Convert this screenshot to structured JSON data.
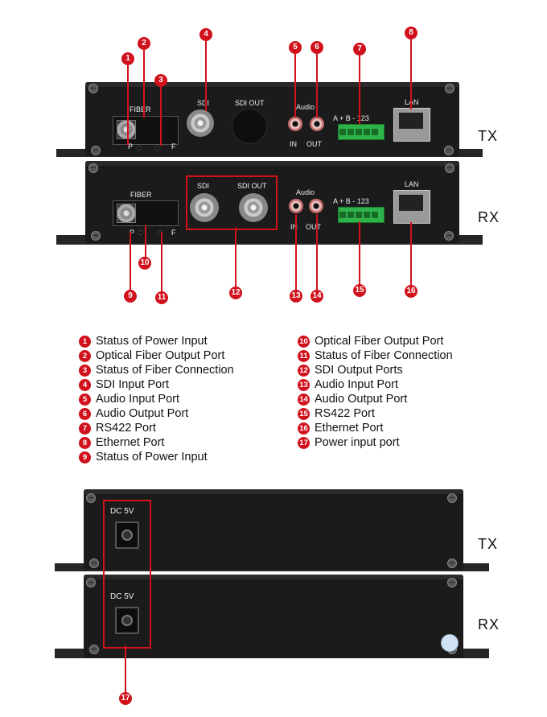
{
  "units": {
    "tx": "TX",
    "rx": "RX"
  },
  "panel_labels": {
    "fiber": "FIBER",
    "p": "P",
    "f": "F",
    "sdi": "SDI",
    "sdi_out": "SDI OUT",
    "audio": "Audio",
    "in": "IN",
    "out": "OUT",
    "rs422": "A + B - 123",
    "lan": "LAN",
    "dc": "DC 5V"
  },
  "callouts": {
    "c1": "1",
    "c2": "2",
    "c3": "3",
    "c4": "4",
    "c5": "5",
    "c6": "6",
    "c7": "7",
    "c8": "8",
    "c9": "9",
    "c10": "10",
    "c11": "11",
    "c12": "12",
    "c13": "13",
    "c14": "14",
    "c15": "15",
    "c16": "16",
    "c17": "17"
  },
  "legend_left": [
    {
      "num": "1",
      "text": "Status of Power Input"
    },
    {
      "num": "2",
      "text": "Optical Fiber Output Port"
    },
    {
      "num": "3",
      "text": "Status of Fiber Connection"
    },
    {
      "num": "4",
      "text": "SDI Input Port"
    },
    {
      "num": "5",
      "text": "Audio Input Port"
    },
    {
      "num": "6",
      "text": "Audio Output Port"
    },
    {
      "num": "7",
      "text": "RS422 Port"
    },
    {
      "num": "8",
      "text": "Ethernet Port"
    },
    {
      "num": "9",
      "text": "Status of Power Input"
    }
  ],
  "legend_right": [
    {
      "num": "10",
      "text": "Optical Fiber Output Port"
    },
    {
      "num": "11",
      "text": "Status of Fiber Connection"
    },
    {
      "num": "12",
      "text": "SDI Output Ports"
    },
    {
      "num": "13",
      "text": "Audio Input Port"
    },
    {
      "num": "14",
      "text": "Audio Output Port"
    },
    {
      "num": "15",
      "text": "RS422 Port"
    },
    {
      "num": "16",
      "text": "Ethernet Port"
    },
    {
      "num": "17",
      "text": "Power input port"
    }
  ],
  "colors": {
    "callout_red": "#d1111c",
    "device_body": "#1b1b1b",
    "terminal_green": "#2db34a"
  }
}
